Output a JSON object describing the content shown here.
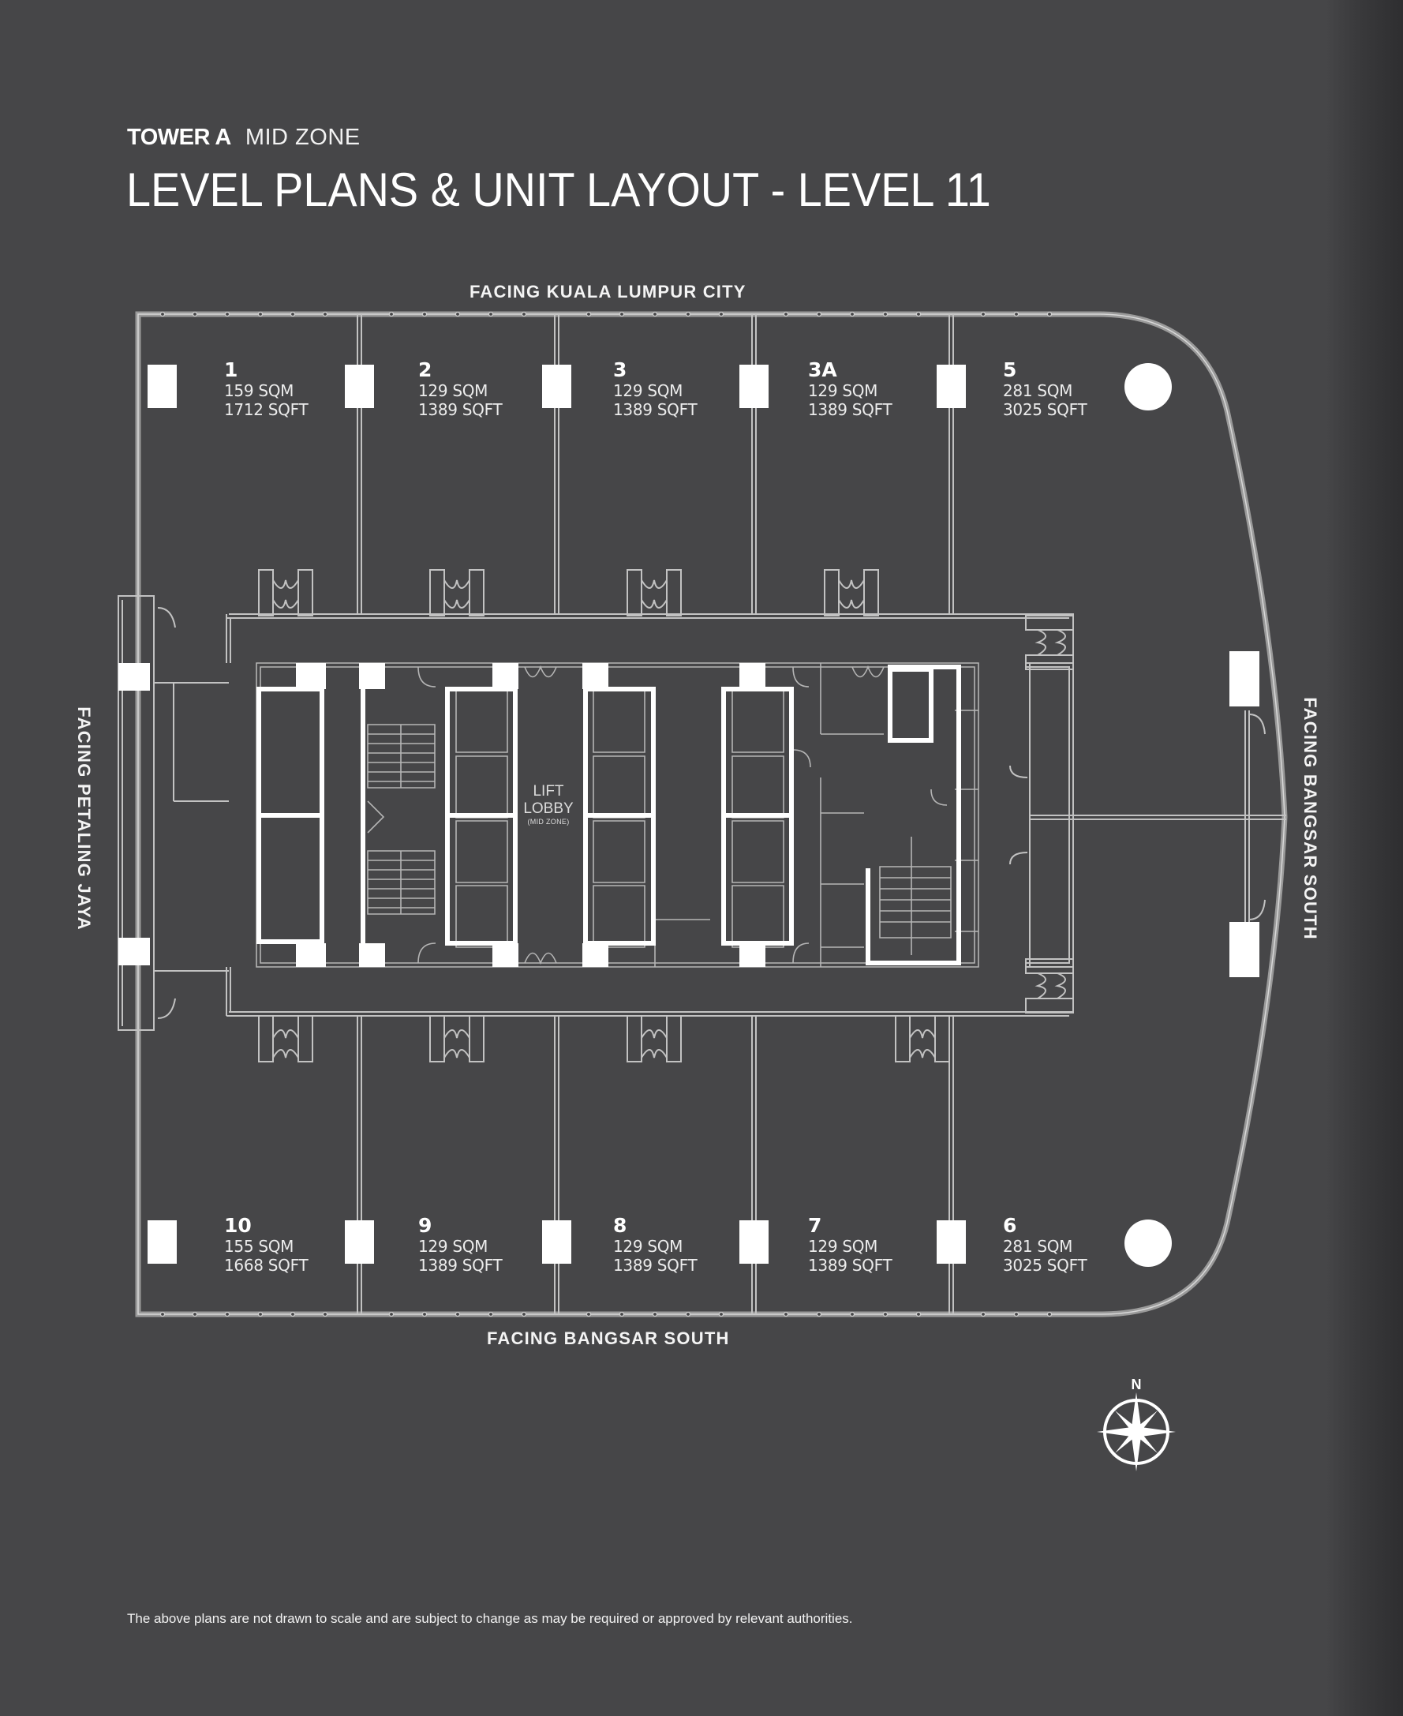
{
  "header": {
    "tower": "TOWER A",
    "zone": "MID ZONE",
    "title": "LEVEL PLANS & UNIT LAYOUT - LEVEL 11"
  },
  "facing": {
    "top": "FACING KUALA LUMPUR CITY",
    "bottom": "FACING BANGSAR SOUTH",
    "left": "FACING PETALING JAYA",
    "right": "FACING BANGSAR SOUTH"
  },
  "units": {
    "top": [
      {
        "id": "1",
        "sqm": "159 SQM",
        "sqft": "1712 SQFT"
      },
      {
        "id": "2",
        "sqm": "129 SQM",
        "sqft": "1389 SQFT"
      },
      {
        "id": "3",
        "sqm": "129 SQM",
        "sqft": "1389 SQFT"
      },
      {
        "id": "3A",
        "sqm": "129 SQM",
        "sqft": "1389 SQFT"
      },
      {
        "id": "5",
        "sqm": "281 SQM",
        "sqft": "3025 SQFT"
      }
    ],
    "bottom": [
      {
        "id": "10",
        "sqm": "155 SQM",
        "sqft": "1668 SQFT"
      },
      {
        "id": "9",
        "sqm": "129 SQM",
        "sqft": "1389 SQFT"
      },
      {
        "id": "8",
        "sqm": "129 SQM",
        "sqft": "1389 SQFT"
      },
      {
        "id": "7",
        "sqm": "129 SQM",
        "sqft": "1389 SQFT"
      },
      {
        "id": "6",
        "sqm": "281 SQM",
        "sqft": "3025 SQFT"
      }
    ]
  },
  "core": {
    "lobby_line1": "LIFT",
    "lobby_line2": "LOBBY",
    "lobby_zone": "(MID ZONE)"
  },
  "compass": {
    "north_label": "N",
    "icon": "compass-rose-icon"
  },
  "colors": {
    "background": "#464648",
    "walls": "#ffffff",
    "lines": "#bdbdbd"
  },
  "footer": {
    "disclaimer": "The above plans are not drawn to scale and are subject to change as may be required or approved by relevant authorities."
  }
}
